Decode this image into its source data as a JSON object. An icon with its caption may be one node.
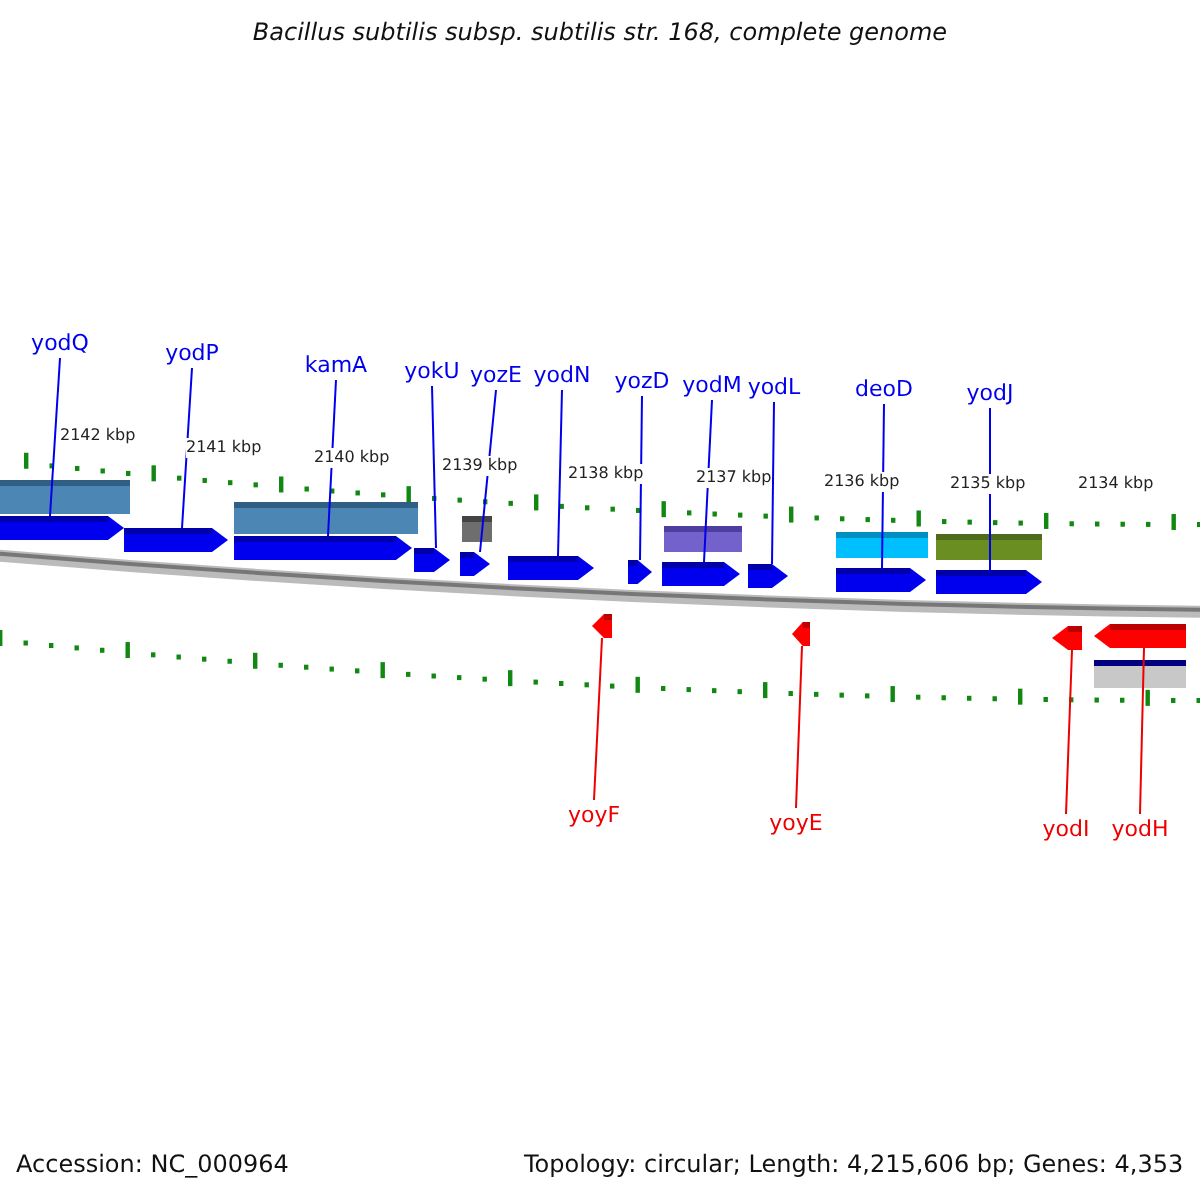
{
  "diagram": {
    "title": "Bacillus subtilis subsp. subtilis str. 168, complete genome",
    "nodes": [
      {
        "text": [
          "yodQ"
        ]
      },
      {
        "text": [
          "yodP"
        ]
      },
      {
        "text": [
          "kamA"
        ]
      },
      {
        "text": [
          "yokU"
        ]
      },
      {
        "text": [
          "yozE"
        ]
      },
      {
        "text": [
          "yodN"
        ]
      },
      {
        "text": [
          "yozD"
        ]
      },
      {
        "text": [
          "yodM"
        ]
      },
      {
        "text": [
          "yodL"
        ]
      },
      {
        "text": [
          "deoD"
        ]
      },
      {
        "text": [
          "yodJ"
        ]
      },
      {
        "text": [
          "yoyF"
        ]
      },
      {
        "text": [
          "yoyE"
        ]
      },
      {
        "text": [
          "yodI"
        ]
      },
      {
        "text": [
          "yodH"
        ]
      },
      {
        "text": [],
        "shape": "arrow"
      },
      {
        "text": [],
        "shape": "arrow"
      },
      {
        "text": [],
        "shape": "arrow"
      },
      {
        "text": [],
        "shape": "arrow"
      },
      {
        "text": [],
        "shape": "arrow"
      },
      {
        "text": [],
        "shape": "arrow"
      },
      {
        "text": [],
        "shape": "arrow"
      },
      {
        "text": [],
        "shape": "arrow"
      },
      {
        "text": [],
        "shape": "arrow"
      },
      {
        "text": [],
        "shape": "arrow"
      },
      {
        "text": [],
        "shape": "arrow"
      },
      {
        "text": [],
        "shape": "arrow"
      },
      {
        "text": [],
        "shape": "arrow"
      },
      {
        "text": [],
        "shape": "arrow"
      },
      {
        "text": [],
        "shape": "arrow"
      }
    ],
    "edges": [
      {
        "from": 0,
        "to": 15,
        "arrow": "none"
      },
      {
        "from": 1,
        "to": 16,
        "arrow": "none"
      },
      {
        "from": 2,
        "to": 17,
        "arrow": "none"
      },
      {
        "from": 3,
        "to": 18,
        "arrow": "none"
      },
      {
        "from": 4,
        "to": 19,
        "arrow": "none"
      },
      {
        "from": 5,
        "to": 20,
        "arrow": "none"
      },
      {
        "from": 6,
        "to": 21,
        "arrow": "none"
      },
      {
        "from": 7,
        "to": 22,
        "arrow": "none"
      },
      {
        "from": 8,
        "to": 23,
        "arrow": "none"
      },
      {
        "from": 9,
        "to": 24,
        "arrow": "none"
      },
      {
        "from": 10,
        "to": 25,
        "arrow": "none"
      },
      {
        "from": 11,
        "to": 26,
        "arrow": "none",
        "color": "#ee0000"
      },
      {
        "from": 12,
        "to": 27,
        "arrow": "none",
        "color": "#ee0000"
      },
      {
        "from": 13,
        "to": 28,
        "arrow": "none",
        "color": "#ee0000"
      },
      {
        "from": 14,
        "to": 29,
        "arrow": "none",
        "color": "#ee0000"
      }
    ],
    "labels": [
      "2142 kbp",
      "2141 kbp",
      "2140 kbp",
      "2139 kbp",
      "2138 kbp",
      "2137 kbp",
      "2136 kbp",
      "2135 kbp",
      "2134 kbp",
      "Accession: NC_000964",
      "Topology: circular; Length: 4,215,606 bp; Genes: 4,353"
    ]
  }
}
